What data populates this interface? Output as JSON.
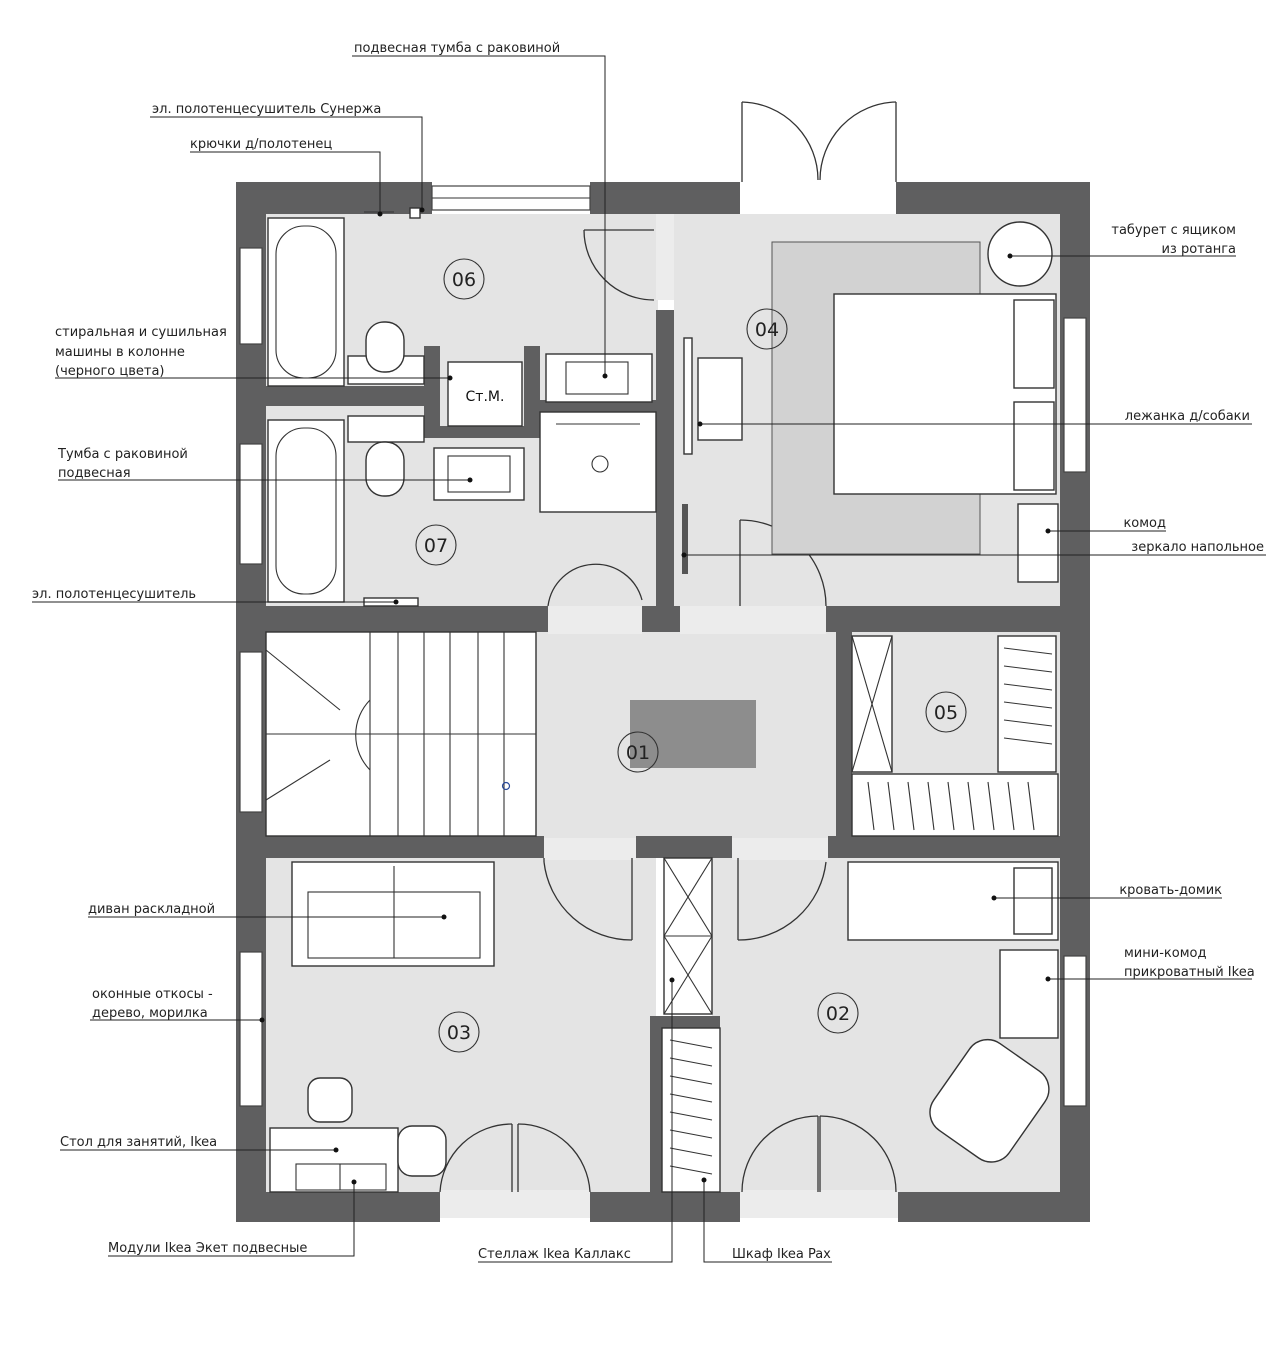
{
  "rooms": [
    {
      "id": "01"
    },
    {
      "id": "02"
    },
    {
      "id": "03"
    },
    {
      "id": "04"
    },
    {
      "id": "05"
    },
    {
      "id": "06"
    },
    {
      "id": "07"
    }
  ],
  "fixture_tags": {
    "washer": "Ст.М."
  },
  "annotations": {
    "hanging_vanity_sink": "подвесная тумба с раковиной",
    "towel_dryer_sunerzha": "эл. полотенцесушитель Сунержа",
    "towel_hooks": "крючки д/полотенец",
    "washer_dryer_line1": "стиральная и сушильная",
    "washer_dryer_line2": "машины в колонне",
    "washer_dryer_line3": "(черного цвета)",
    "vanity_sink_line1": "Тумба с раковиной",
    "vanity_sink_line2": "подвесная",
    "towel_dryer": "эл. полотенцесушитель",
    "sofa_bed": "диван раскладной",
    "window_reveals_line1": "оконные откосы -",
    "window_reveals_line2": "дерево, морилка",
    "study_desk": "Стол для занятий, Ikea",
    "ekets": "Модули Ikea Экет подвесные",
    "kallax": "Стеллаж Ikea Каллакс",
    "pax": "Шкаф Ikea Pax",
    "rattan_stool_line1": "табурет с ящиком",
    "rattan_stool_line2": "из ротанга",
    "dog_bed": "лежанка д/собаки",
    "dresser": "комод",
    "floor_mirror": "зеркало напольное",
    "house_bed": "кровать-домик",
    "mini_dresser_line1": "мини-комод",
    "mini_dresser_line2": "прикроватный Ikea"
  }
}
